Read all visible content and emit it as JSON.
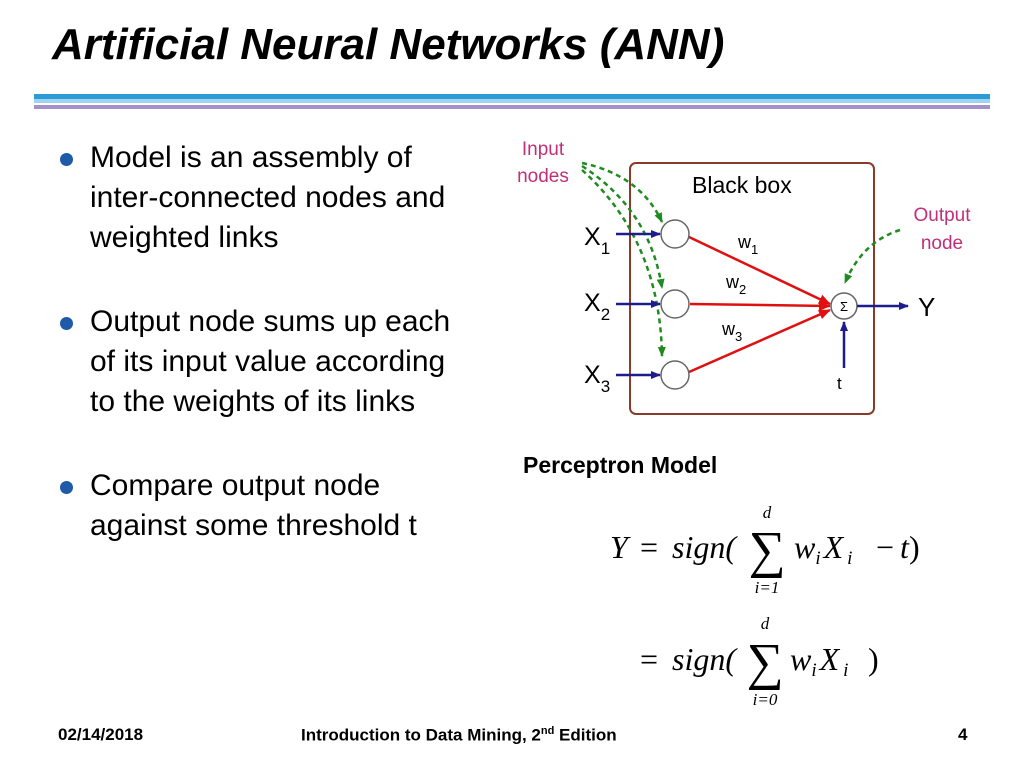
{
  "slide": {
    "title": "Artificial Neural Networks (ANN)",
    "bullets": [
      "Model is an assembly of inter-connected nodes and weighted links",
      "Output node sums up each of its input value according to the weights of its links",
      "Compare output node against some threshold t"
    ]
  },
  "diagram": {
    "input_nodes_label": [
      "Input",
      "nodes"
    ],
    "output_node_label": [
      "Output",
      "node"
    ],
    "black_box_label": "Black box",
    "inputs": [
      {
        "base": "X",
        "sub": "1"
      },
      {
        "base": "X",
        "sub": "2"
      },
      {
        "base": "X",
        "sub": "3"
      }
    ],
    "weights": [
      {
        "base": "w",
        "sub": "1"
      },
      {
        "base": "w",
        "sub": "2"
      },
      {
        "base": "w",
        "sub": "3"
      }
    ],
    "sum_symbol": "Σ",
    "output_label": "Y",
    "threshold_label": "t",
    "caption": "Perceptron Model"
  },
  "formula": {
    "line1": {
      "lhs": "Y",
      "eq": "=",
      "fn": "sign(",
      "sigma": "∑",
      "upper": "d",
      "lower": "i=1",
      "w": "w",
      "w_sub": "i",
      "x": "X",
      "x_sub": "i",
      "minus": "−",
      "t": "t",
      "close": ")"
    },
    "line2": {
      "eq": "=",
      "fn": "sign(",
      "sigma": "∑",
      "upper": "d",
      "lower": "i=0",
      "w": "w",
      "w_sub": "i",
      "x": "X",
      "x_sub": "i",
      "close": ")"
    }
  },
  "footer": {
    "date": "02/14/2018",
    "book_prefix": "Introduction to Data Mining, 2",
    "book_sup": "nd",
    "book_suffix": " Edition",
    "page": "4"
  },
  "colors": {
    "rule_blue": "#2d9bd6",
    "rule_light": "#9fd3f0",
    "rule_purple": "#a78fc9",
    "bullet_dot": "#1f5aa8",
    "annotation": "#c0307a",
    "box_border": "#8b3a2a",
    "input_arrow": "#1c1c8c",
    "link_red": "#e01010",
    "dashed_green": "#1f8a1f"
  }
}
